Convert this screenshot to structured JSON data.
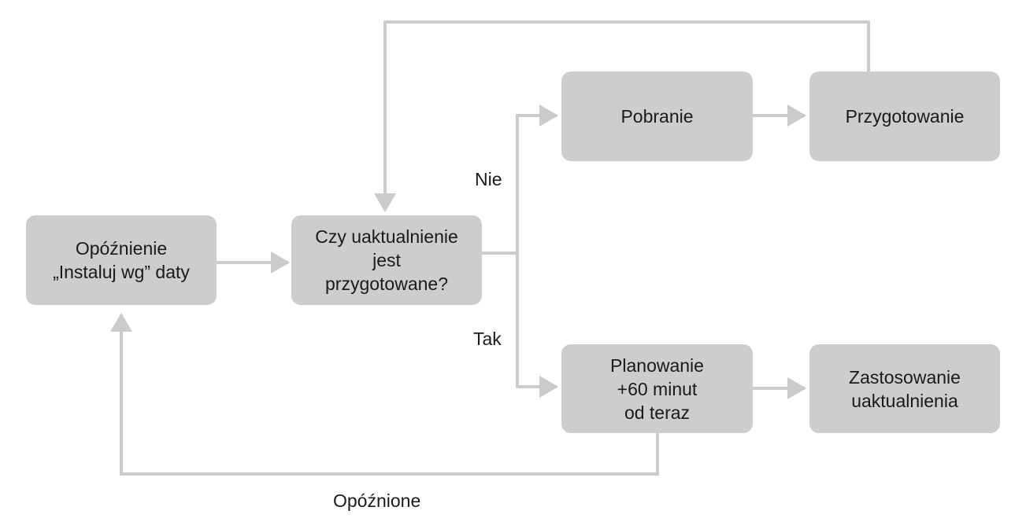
{
  "nodes": {
    "delay_install_by_date": "Opóźnienie\n„Instaluj wg” daty",
    "is_update_prepared": "Czy uaktualnienie\njest\nprzygotowane?",
    "download": "Pobranie",
    "prepare": "Przygotowanie",
    "schedule": "Planowanie\n+60 minut\nod teraz",
    "apply_update": "Zastosowanie\nuaktualnienia"
  },
  "edge_labels": {
    "no": "Nie",
    "yes": "Tak",
    "delayed": "Opóźnione"
  },
  "colors": {
    "node_fill": "#cdcdcd",
    "connector": "#cbcbcb",
    "text": "#1a1a1a"
  }
}
